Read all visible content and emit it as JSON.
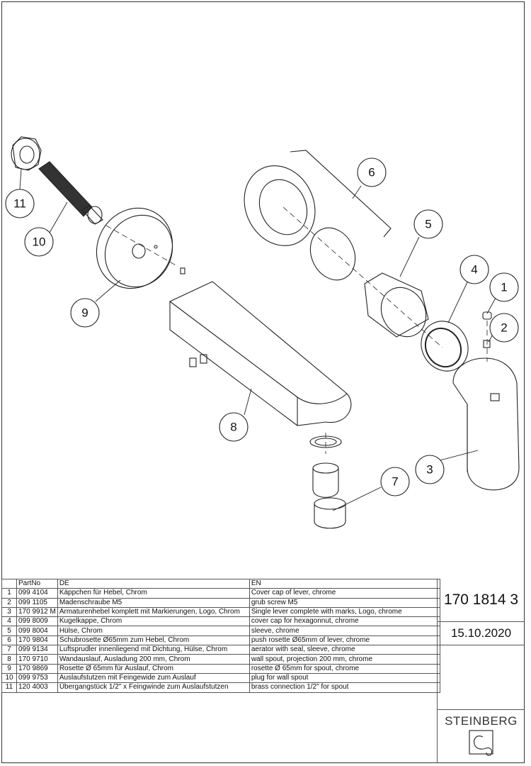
{
  "drawing": {
    "callouts": [
      "1",
      "2",
      "3",
      "4",
      "5",
      "6",
      "7",
      "8",
      "9",
      "10",
      "11"
    ]
  },
  "table": {
    "headers": {
      "num": "",
      "partno": "PartNo",
      "de": "DE",
      "en": "EN"
    },
    "rows": [
      {
        "num": "1",
        "partno": "099 4104",
        "de": "Käppchen für Hebel, Chrom",
        "en": "Cover cap of lever, chrome"
      },
      {
        "num": "2",
        "partno": "099 1105",
        "de": "Madenschraube M5",
        "en": "grub screw M5"
      },
      {
        "num": "3",
        "partno": "170 9912 M",
        "de": "Armaturenhebel komplett mit Markierungen, Logo, Chrom",
        "en": "Single lever complete with marks, Logo, chrome"
      },
      {
        "num": "4",
        "partno": "099 8009",
        "de": "Kugelkappe, Chrom",
        "en": "cover cap for hexagonnut, chrome"
      },
      {
        "num": "5",
        "partno": "099 8004",
        "de": "Hülse, Chrom",
        "en": "sleeve, chrome"
      },
      {
        "num": "6",
        "partno": "170 9804",
        "de": "Schubrosette Ø65mm zum Hebel, Chrom",
        "en": "push rosette Ø65mm of lever, chrome"
      },
      {
        "num": "7",
        "partno": "099 9134",
        "de": "Luftsprudler innenliegend mit Dichtung, Hülse, Chrom",
        "en": "aerator with seal, sleeve, chrome"
      },
      {
        "num": "8",
        "partno": "170 9710",
        "de": "Wandauslauf, Ausladung 200 mm, Chrom",
        "en": "wall spout, projection 200 mm, chrome"
      },
      {
        "num": "9",
        "partno": "170 9869",
        "de": "Rosette Ø 65mm für Auslauf, Chrom",
        "en": "rosette Ø 65mm for spout, chrome"
      },
      {
        "num": "10",
        "partno": "099 9753",
        "de": "Auslaufstutzen mit Feingewide zum Auslauf",
        "en": "plug for wall spout"
      },
      {
        "num": "11",
        "partno": "120 4003",
        "de": "Übergangstück 1/2\" x Feingwinde zum Auslaufstutzen",
        "en": "brass connection 1/2\" for spout"
      }
    ]
  },
  "title_block": {
    "article_number": "170 1814 3",
    "date": "15.10.2020",
    "brand": "STEINBERG"
  }
}
